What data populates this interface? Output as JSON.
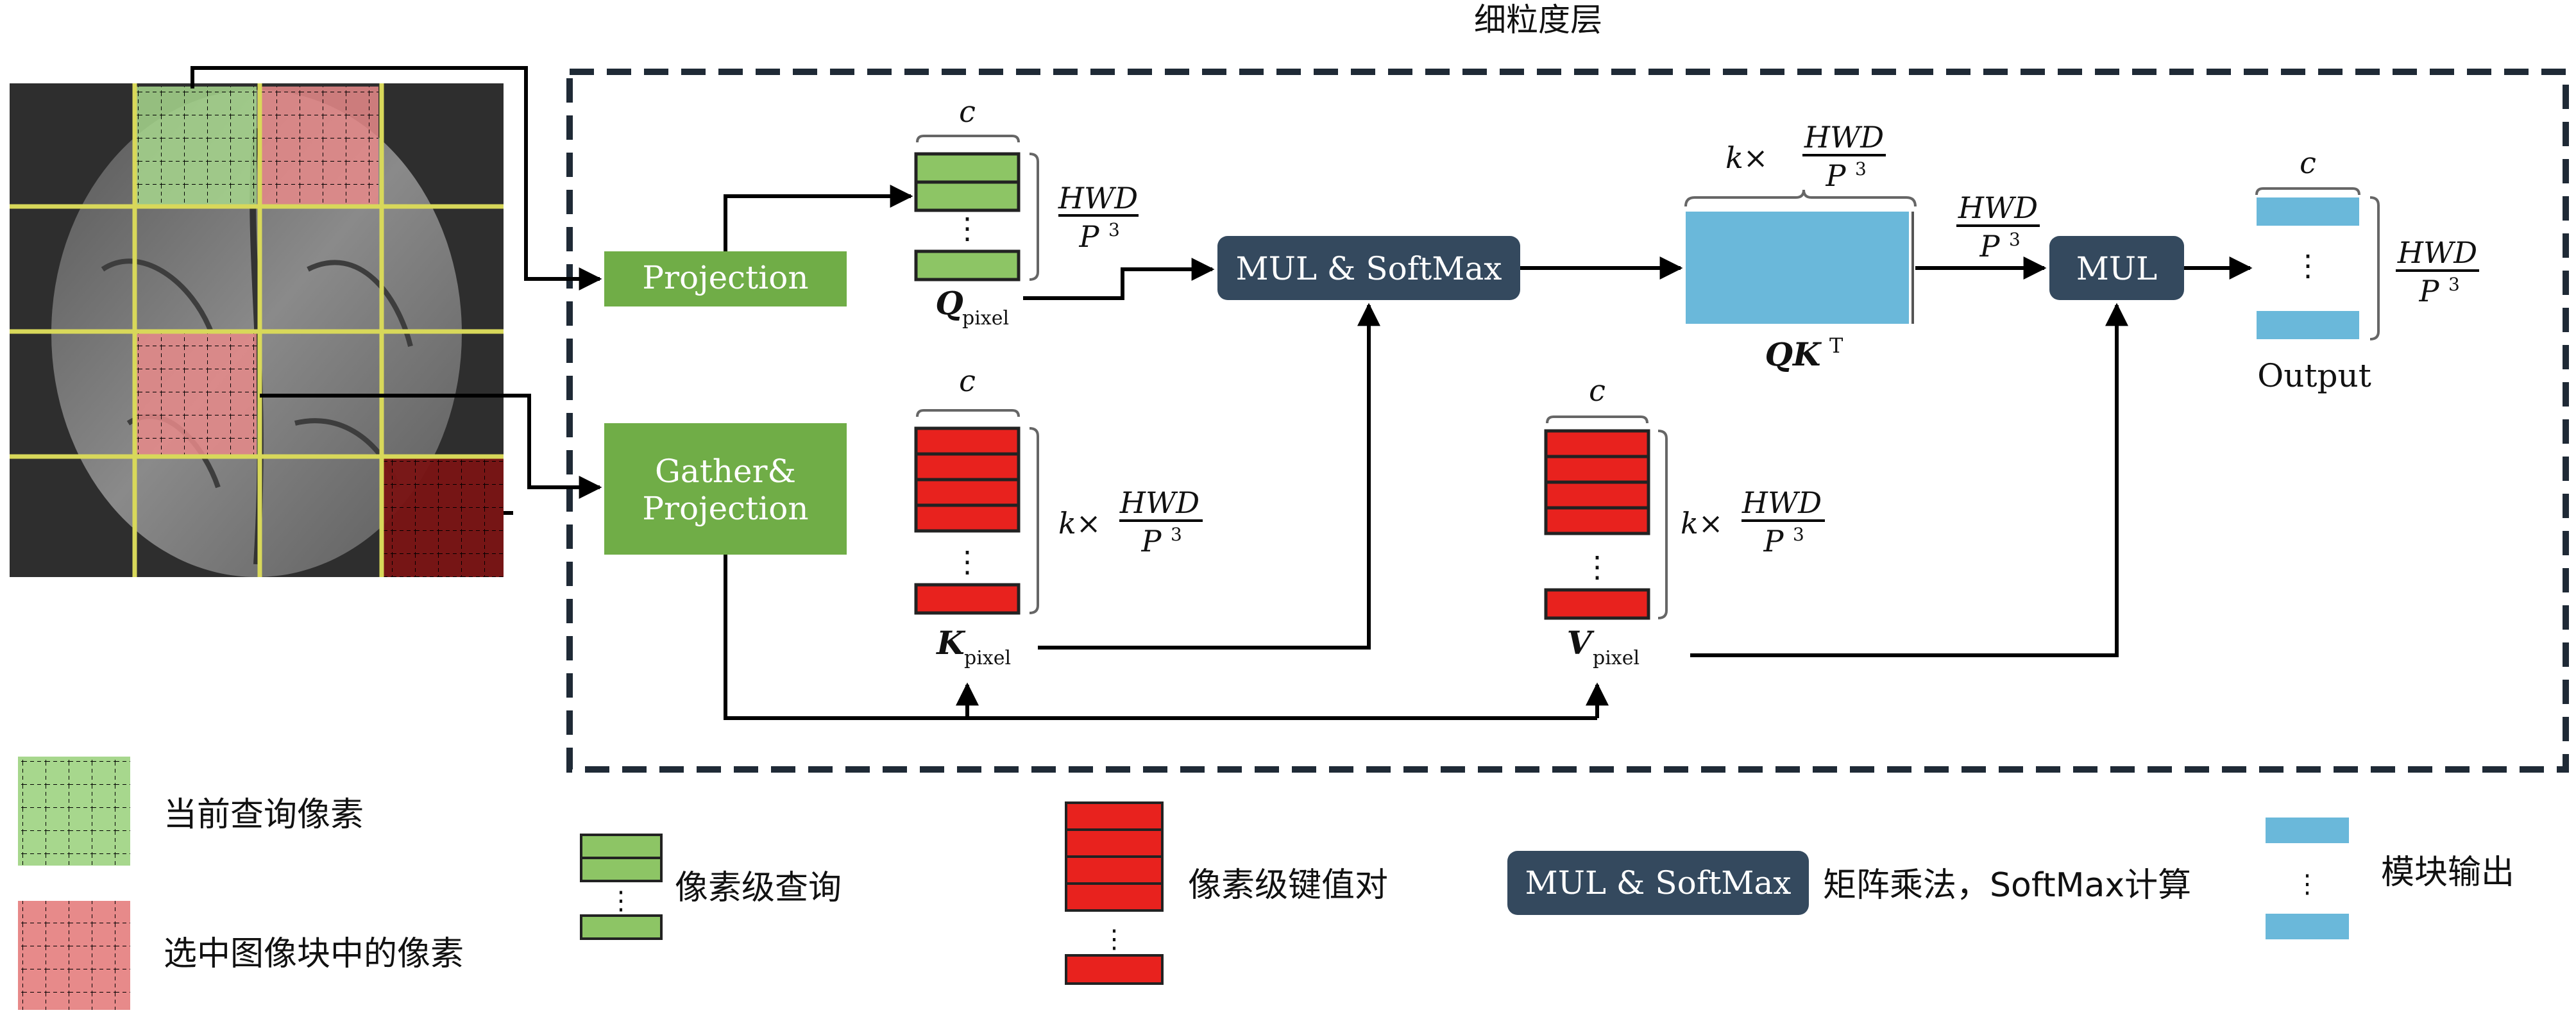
{
  "title": "细粒度层",
  "blocks": {
    "projection": "Projection",
    "gather_line1": "Gather&",
    "gather_line2": "Projection",
    "mul_softmax": "MUL & SoftMax",
    "mul": "MUL",
    "output": "Output"
  },
  "labels": {
    "c": "c",
    "q_main": "Q",
    "k_main": "K",
    "v_main": "V",
    "sub_pixel": "pixel",
    "qk_main": "QK",
    "qk_sup": "T",
    "k_times": "k×",
    "frac_num": "HWD",
    "frac_den": "P",
    "frac_den_sup": "3",
    "dots": "⋮"
  },
  "legend": {
    "current_pixel": "当前查询像素",
    "selected_pixel": "选中图像块中的像素",
    "pixel_query": "像素级查询",
    "pixel_kv": "像素级键值对",
    "mul_softmax_box": "MUL & SoftMax",
    "mul_softmax_desc": "矩阵乘法，SoftMax计算",
    "module_output": "模块输出"
  },
  "colors": {
    "green": "#7cb850",
    "green_block": "#70ad47",
    "red": "#e8221e",
    "blue": "#6ab8da",
    "navy": "#34495e",
    "dark_red": "#6b1010"
  }
}
